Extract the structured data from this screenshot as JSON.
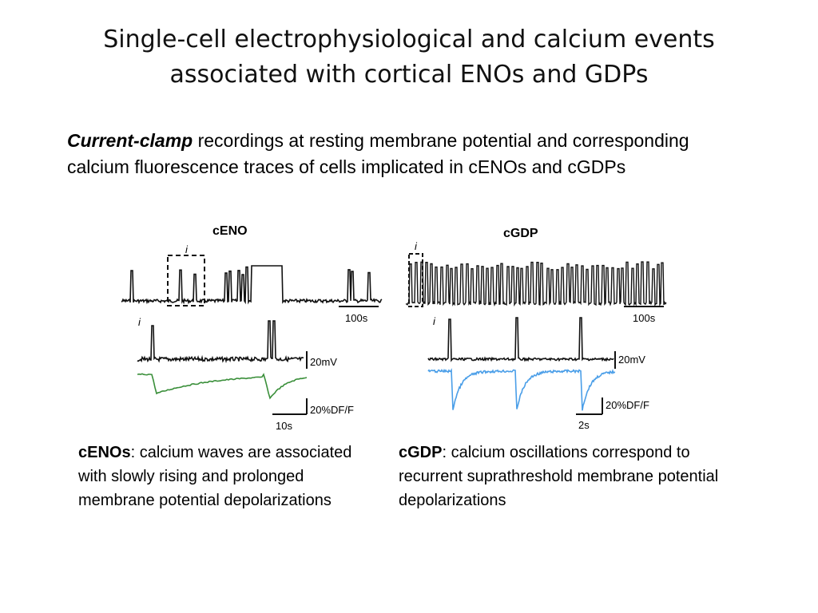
{
  "slide": {
    "title_line1": "Single-cell electrophysiological and calcium events",
    "title_line2": "associated with cortical ENOs and GDPs",
    "intro_emphasis": "Current-clamp",
    "intro_rest": " recordings at resting membrane potential and corresponding calcium fluorescence traces of cells implicated in cENOs and cGDPs"
  },
  "figure": {
    "left_panel": {
      "title": "cENO",
      "inset_marker": "i",
      "inset_label": "i",
      "scale_top": "100s",
      "scale_voltage": "20mV",
      "scale_fluor": "20%DF/F",
      "scale_time": "10s",
      "fluor_color": "#3a8f3a"
    },
    "right_panel": {
      "title": "cGDP",
      "inset_marker": "i",
      "inset_label": "i",
      "scale_top": "100s",
      "scale_voltage": "20mV",
      "scale_fluor": "20%DF/F",
      "scale_time": "2s",
      "fluor_color": "#4a9ee8"
    }
  },
  "captions": {
    "left_bold": "cENOs",
    "left_rest": ": calcium waves are associated with slowly rising and prolonged membrane potential depolarizations",
    "right_bold": "cGDP",
    "right_rest": ": calcium oscillations correspond to recurrent suprathreshold membrane potential depolarizations"
  }
}
